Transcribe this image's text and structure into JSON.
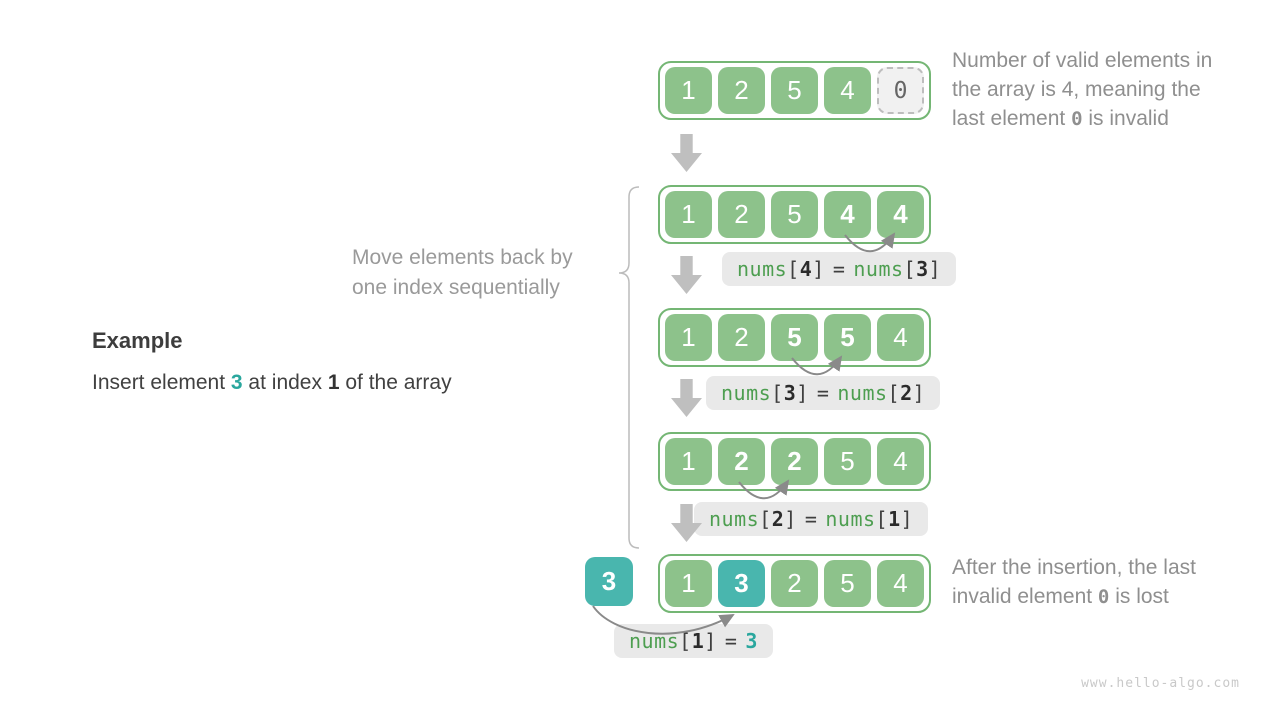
{
  "colors": {
    "cell_green": "#8dc28b",
    "array_border": "#74b674",
    "teal": "#49b6ae",
    "code_green": "#4d9e50",
    "code_teal": "#2aa79e",
    "label_bg": "#e9e9e9",
    "block_arrow_gray": "#bfbfbf",
    "curve_arrow_gray": "#8a8a8a",
    "note_gray": "#8f8f8f",
    "invalid_cell_bg": "#f1f1f1"
  },
  "example": {
    "heading": "Example",
    "text_before": "Insert element ",
    "value": "3",
    "text_mid": " at index ",
    "index": "1",
    "text_after": " of the array"
  },
  "move_note": {
    "line1": "Move elements back by",
    "line2": "one index sequentially"
  },
  "top_note": {
    "line1": "Number of valid elements in",
    "line2": "the array is 4, meaning the",
    "line3_before": "last element ",
    "line3_code": "0",
    "line3_after": " is invalid"
  },
  "bottom_note": {
    "line1": "After the insertion, the last",
    "line2_before": "invalid element ",
    "line2_code": "0",
    "line2_after": " is lost"
  },
  "inserted_value": "3",
  "rows": [
    {
      "cells": [
        "1",
        "2",
        "5",
        "4",
        "0"
      ]
    },
    {
      "cells": [
        "1",
        "2",
        "5",
        "4",
        "4"
      ]
    },
    {
      "cells": [
        "1",
        "2",
        "5",
        "5",
        "4"
      ]
    },
    {
      "cells": [
        "1",
        "2",
        "2",
        "5",
        "4"
      ]
    },
    {
      "cells": [
        "1",
        "3",
        "2",
        "5",
        "4"
      ]
    }
  ],
  "labels": [
    {
      "fn1": "nums",
      "open1": "[",
      "idx1": "4",
      "close1": "]",
      "eq": "=",
      "fn2": "nums",
      "open2": "[",
      "idx2": "3",
      "close2": "]"
    },
    {
      "fn1": "nums",
      "open1": "[",
      "idx1": "3",
      "close1": "]",
      "eq": "=",
      "fn2": "nums",
      "open2": "[",
      "idx2": "2",
      "close2": "]"
    },
    {
      "fn1": "nums",
      "open1": "[",
      "idx1": "2",
      "close1": "]",
      "eq": "=",
      "fn2": "nums",
      "open2": "[",
      "idx2": "1",
      "close2": "]"
    },
    {
      "fn1": "nums",
      "open1": "[",
      "idx1": "1",
      "close1": "]",
      "eq": "=",
      "value": "3"
    }
  ],
  "watermark": "www.hello-algo.com"
}
